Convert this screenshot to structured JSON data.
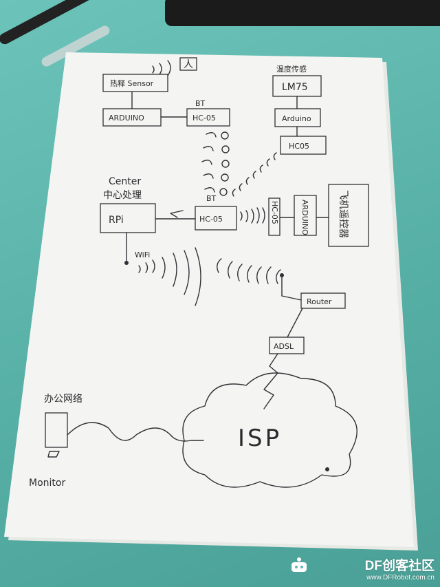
{
  "diagram": {
    "sensor_box": "热释 Sensor",
    "person_label": "人",
    "arduino_top": "ARDUINO",
    "bt_top": "BT",
    "hc05_top": "HC-05",
    "temp_label": "温度传感",
    "lm75": "LM75",
    "arduino_right_top": "Arduino",
    "hc05_right_top": "HC05",
    "center_label": "Center",
    "center_cn": "中心处理",
    "rpi": "RPi",
    "bt_mid": "BT",
    "hc05_mid": "HC-05",
    "hc05_vertical": "HC-05",
    "arduino_vertical": "ARDUINO",
    "relay_vertical": "飞机遥控器",
    "wifi": "WiFi",
    "router": "Router",
    "adsl": "ADSL",
    "isp": "ISP",
    "office_net": "办公网络",
    "monitor": "Monitor"
  },
  "watermark": {
    "brand": "DF创客社区",
    "url": "www.DFRobot.com.cn"
  }
}
